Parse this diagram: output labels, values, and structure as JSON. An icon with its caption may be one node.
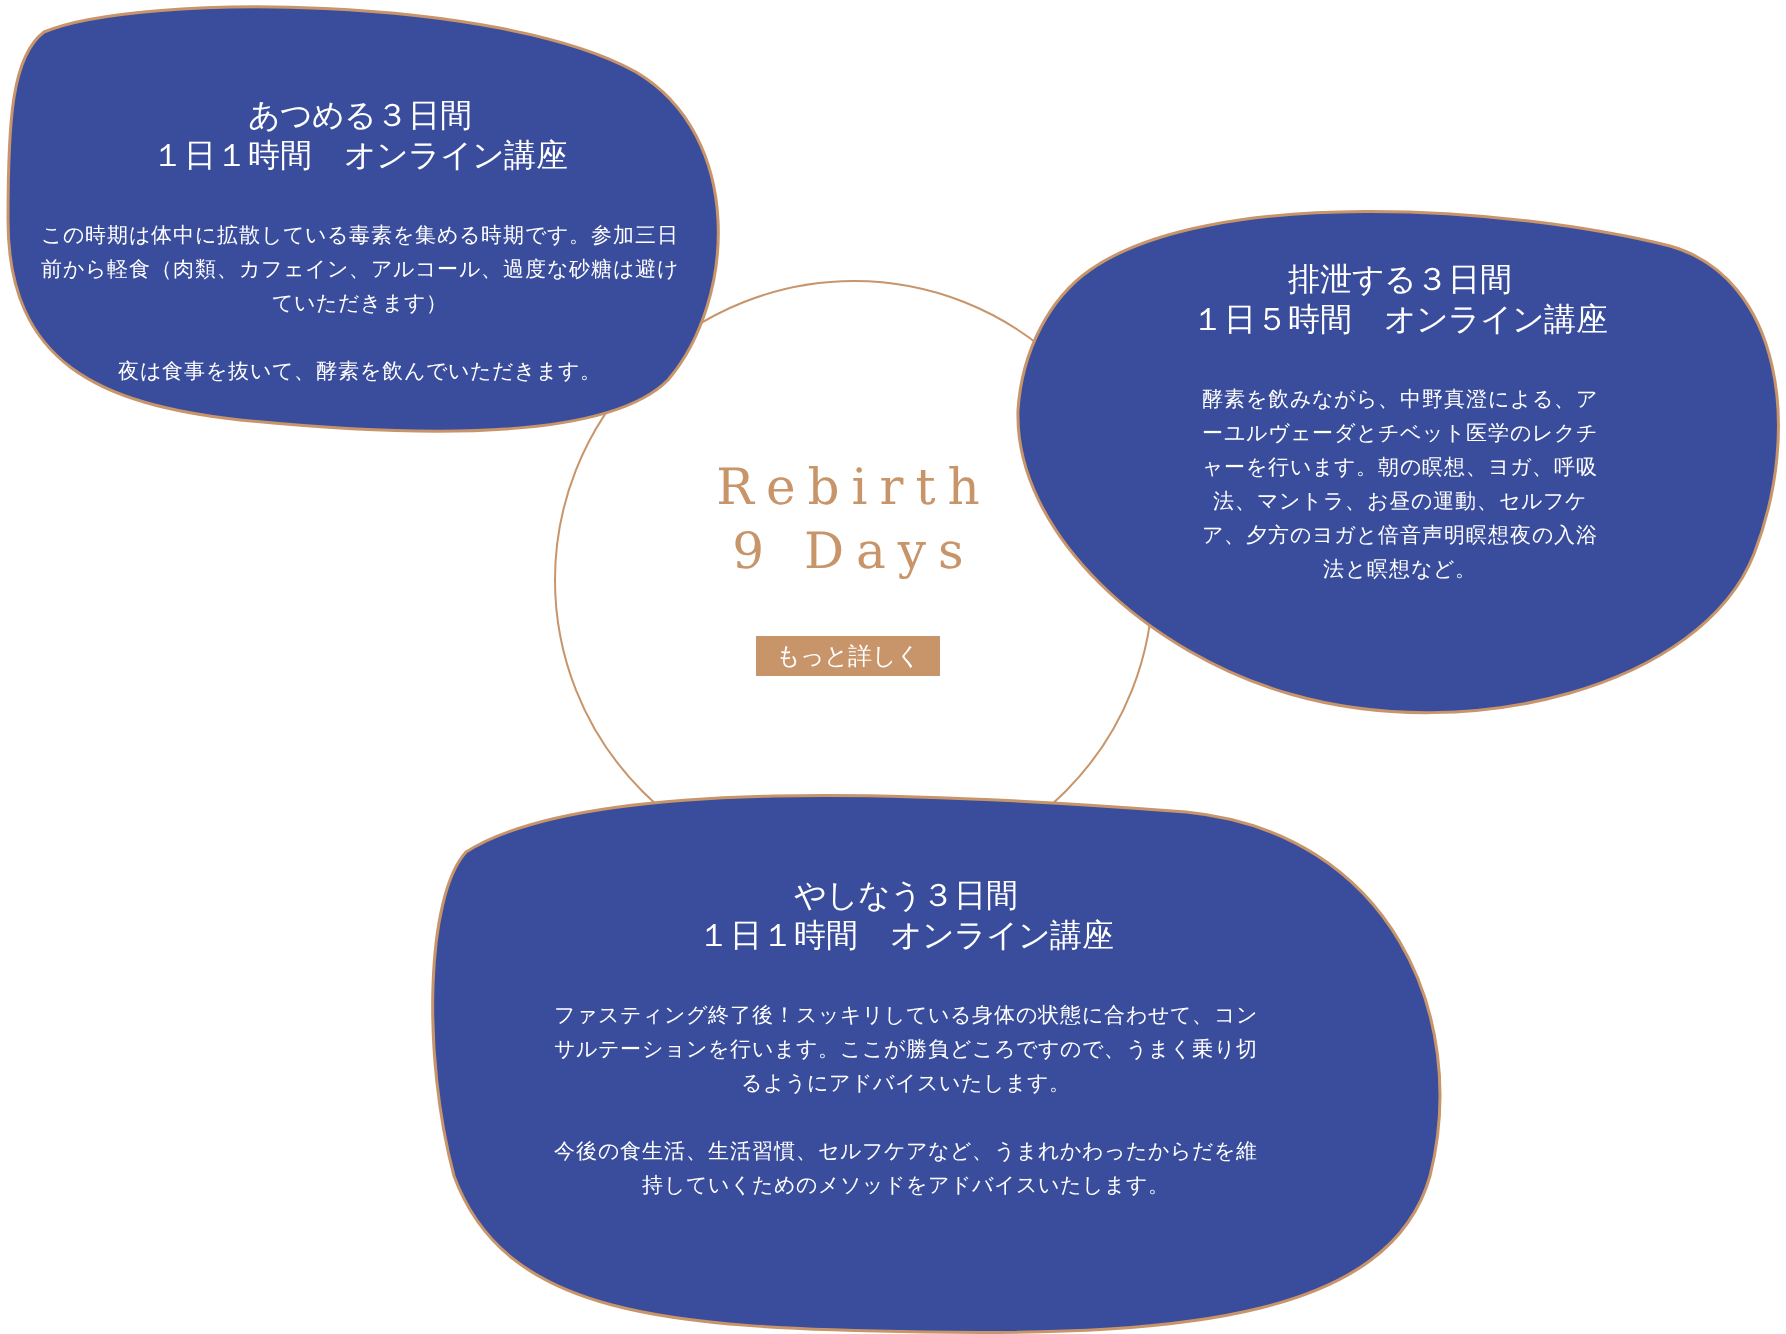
{
  "diagram": {
    "nodes": [
      {
        "text": [
          "Rebirth 9 Days"
        ]
      },
      {
        "text": [
          "もっと詳しく"
        ],
        "in": 0
      },
      {
        "text": [
          "あつめる３日間",
          "１日１時間　オンライン講座",
          "この時期は体中に拡散している毒素を集める時期です。参加三日前から軽食（肉類、カフェイン、アルコール、過度な砂糖は避けていただきます）",
          "夜は食事を抜いて、酵素を飲んでいただきます。"
        ]
      },
      {
        "text": [
          "排泄する３日間",
          "１日５時間　オンライン講座",
          "酵素を飲みながら、中野真澄による、アーユルヴェーダとチベット医学のレクチャーを行います。朝の瞑想、ヨガ、呼吸法、マントラ、お昼の運動、セルフケア、夕方のヨガと倍音声明瞑想夜の入浴法と瞑想など。"
        ]
      },
      {
        "text": [
          "やしなう３日間",
          "１日１時間　オンライン講座",
          "ファスティング終了後！スッキリしている身体の状態に合わせて、コンサルテーションを行います。ここが勝負どころですので、うまく乗り切るようにアドバイスいたします。",
          "今後の食生活、生活習慣、セルフケアなど、うまれかわったからだを維持していくためのメソッドをアドバイスいたします。"
        ]
      }
    ],
    "edges": []
  }
}
